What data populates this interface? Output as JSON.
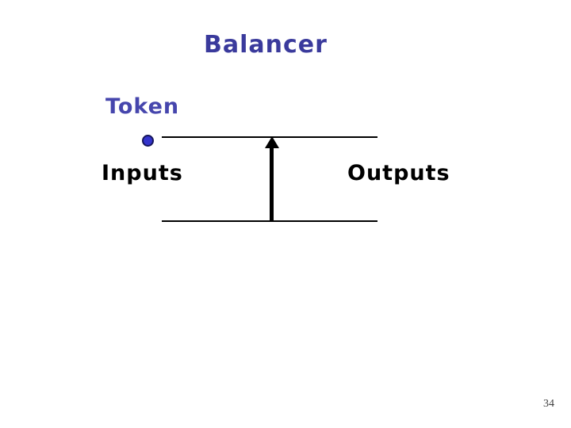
{
  "slide": {
    "title": "Balancer",
    "page_number": "34"
  },
  "diagram": {
    "token_label": "Token",
    "inputs_label": "Inputs",
    "outputs_label": "Outputs",
    "token_icon": "token-dot",
    "arrow_direction": "up"
  },
  "colors": {
    "background": "#ffffff",
    "title_text": "#3a3a9c",
    "token_text": "#4646ad",
    "body_text": "#000000",
    "token_dot_fill": "#3434cc",
    "token_dot_border": "#16165c",
    "wire": "#000000",
    "arrow": "#000000",
    "page_number_text": "#404040"
  }
}
